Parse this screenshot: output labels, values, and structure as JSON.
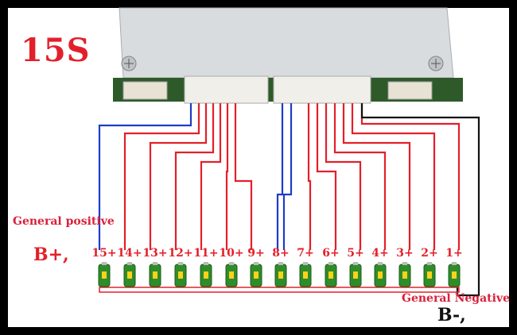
{
  "title": "15S",
  "general_positive": "General positive",
  "b_plus": "B+,",
  "general_negative": "General Negative",
  "b_minus": "B-,",
  "cells": [
    "15+",
    "14+",
    "13+",
    "12+",
    "11+",
    "10+",
    "9+",
    "8+",
    "7+",
    "6+",
    "5+",
    "4+",
    "3+",
    "2+",
    "1+"
  ],
  "colors": {
    "red": "#e3202a",
    "blue": "#1f3cc8",
    "black": "#111111",
    "battery_green": "#2f8c2a"
  }
}
